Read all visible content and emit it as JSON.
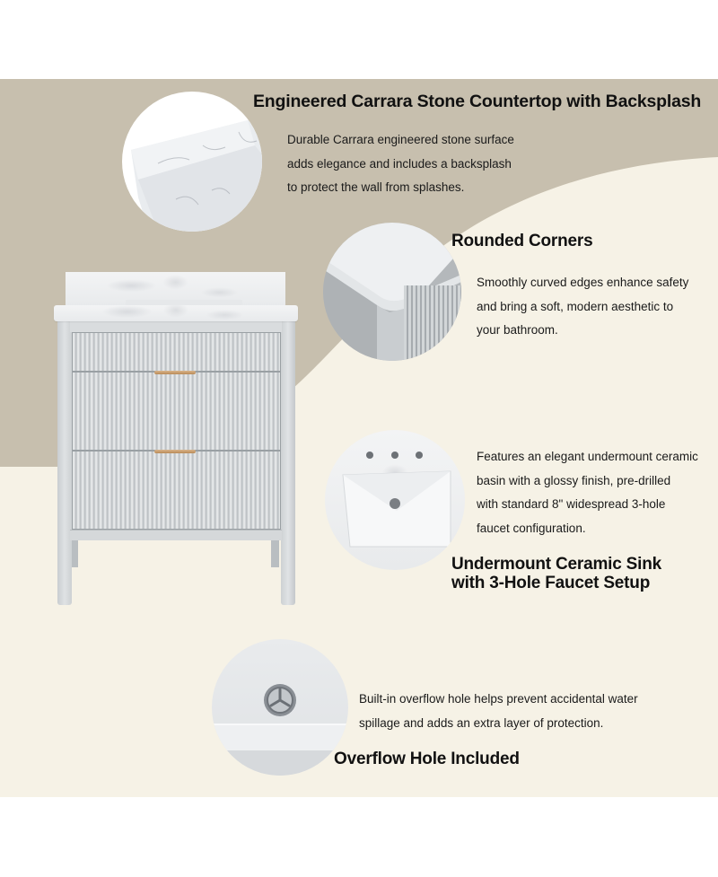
{
  "colors": {
    "tan_background": "#c7bfae",
    "cream_background": "#f6f2e6",
    "vanity_gray": "#d4d8da",
    "handle_gold": "#c89a68",
    "text": "#111111"
  },
  "features": [
    {
      "title": "Engineered Carrara Stone Countertop with Backsplash",
      "lines": [
        "Durable Carrara engineered stone surface",
        "adds elegance and includes a backsplash",
        "to protect the wall from splashes."
      ],
      "image": "countertop-backsplash-closeup"
    },
    {
      "title": "Rounded Corners",
      "lines": [
        "Smoothly curved edges enhance safety",
        "and bring a soft, modern aesthetic to",
        "your bathroom."
      ],
      "image": "rounded-corner-closeup"
    },
    {
      "title_lines": [
        "Undermount Ceramic Sink",
        "with 3-Hole Faucet Setup"
      ],
      "lines": [
        "Features an elegant undermount ceramic",
        "basin with a glossy finish, pre-drilled",
        "with standard 8\" widespread 3-hole",
        "faucet configuration."
      ],
      "image": "undermount-sink-closeup"
    },
    {
      "title": "Overflow Hole Included",
      "lines": [
        "Built-in overflow hole helps prevent accidental water",
        "spillage and adds an extra layer of protection."
      ],
      "image": "overflow-hole-closeup"
    }
  ],
  "product": {
    "image": "fluted-gray-bathroom-vanity",
    "drawers": 3
  }
}
